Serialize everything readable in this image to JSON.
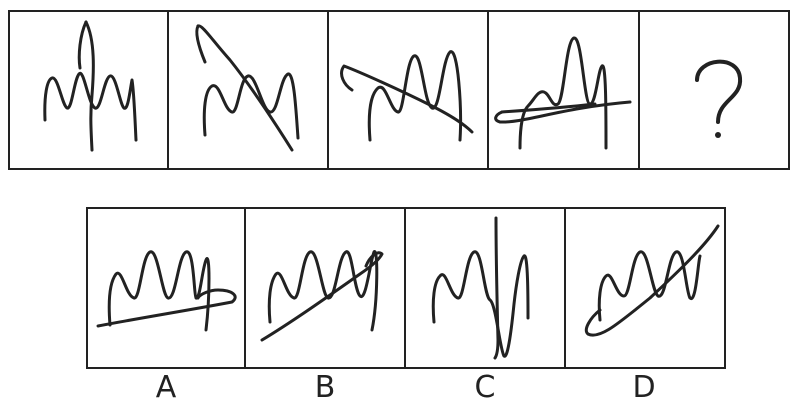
{
  "question": {
    "mark": "?"
  },
  "options": [
    {
      "label": "A"
    },
    {
      "label": "B"
    },
    {
      "label": "C"
    },
    {
      "label": "D"
    }
  ],
  "colors": {
    "stroke": "#222222",
    "background": "#ffffff"
  }
}
